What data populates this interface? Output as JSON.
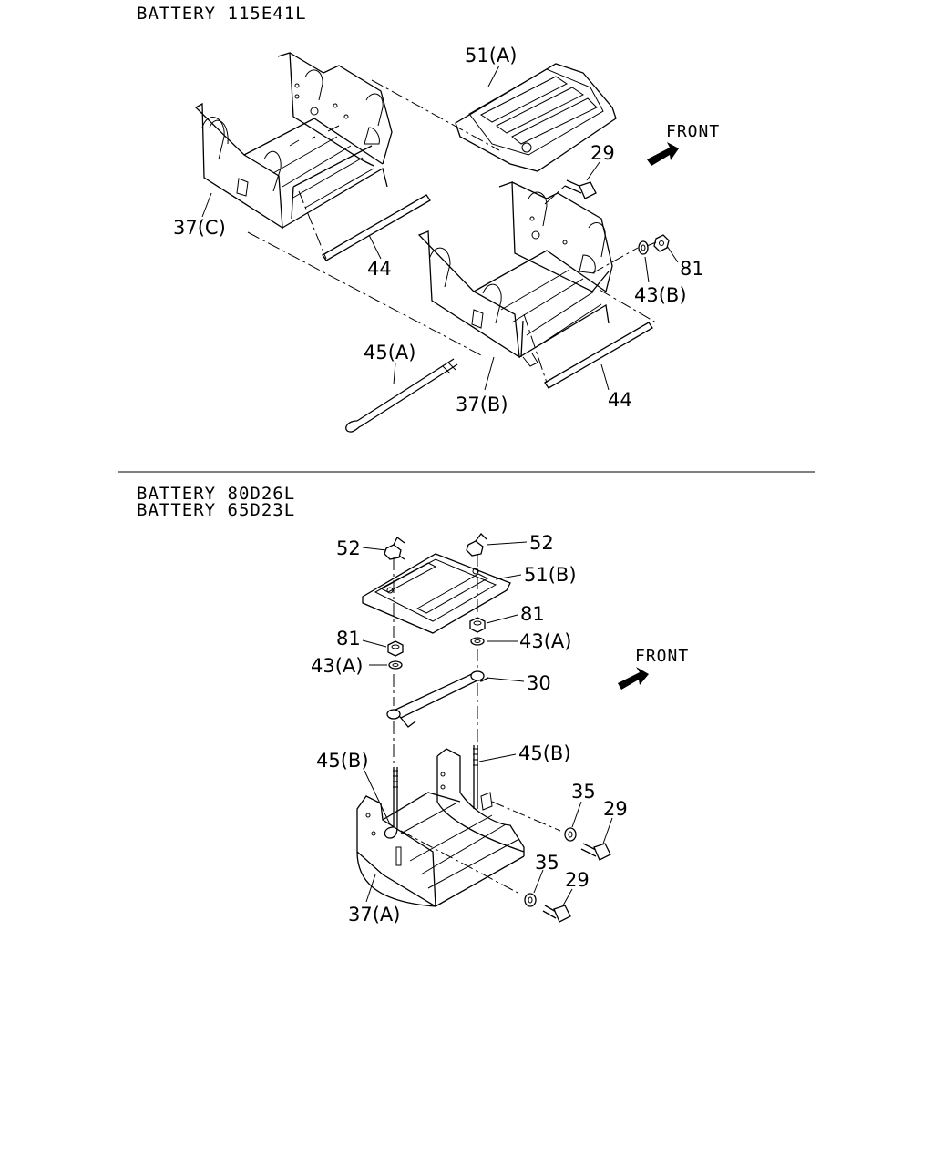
{
  "sections": [
    {
      "captions": [
        "BATTERY 115E41L"
      ]
    },
    {
      "captions": [
        "BATTERY 80D26L",
        "BATTERY 65D23L"
      ]
    }
  ],
  "front_label": "FRONT",
  "top_callouts": {
    "c51a": "51(A)",
    "c29": "29",
    "c37c": "37(C)",
    "c44a": "44",
    "c81": "81",
    "c43b": "43(B)",
    "c45a": "45(A)",
    "c37b": "37(B)",
    "c44b": "44"
  },
  "bottom_callouts": {
    "c52l": "52",
    "c52r": "52",
    "c51b": "51(B)",
    "c81r": "81",
    "c81l": "81",
    "c43ar": "43(A)",
    "c43al": "43(A)",
    "c30": "30",
    "c45bl": "45(B)",
    "c45br": "45(B)",
    "c35a": "35",
    "c29a": "29",
    "c35b": "35",
    "c29b": "29",
    "c37a": "37(A)"
  }
}
